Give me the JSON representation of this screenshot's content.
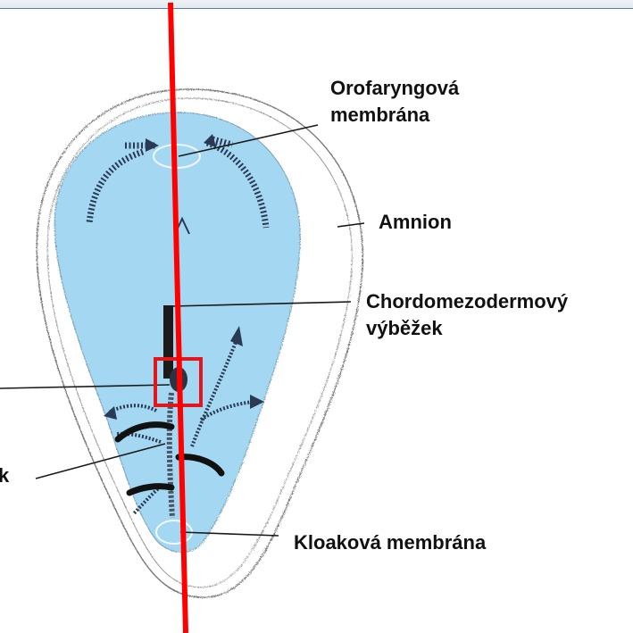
{
  "labels": {
    "orofaryngova_1": "Orofaryngová",
    "orofaryngova_2": "membrána",
    "amnion": "Amnion",
    "chordo_1": "Chordomezodermový",
    "chordo_2": "výběžek",
    "kloakova": "Kloaková membrána",
    "partial_k": "k"
  },
  "colors": {
    "embryo_fill": "#a4d8f2",
    "axis_line": "#ff0000",
    "highlight_box": "#e4161c",
    "header_border": "#5b7fa8"
  }
}
